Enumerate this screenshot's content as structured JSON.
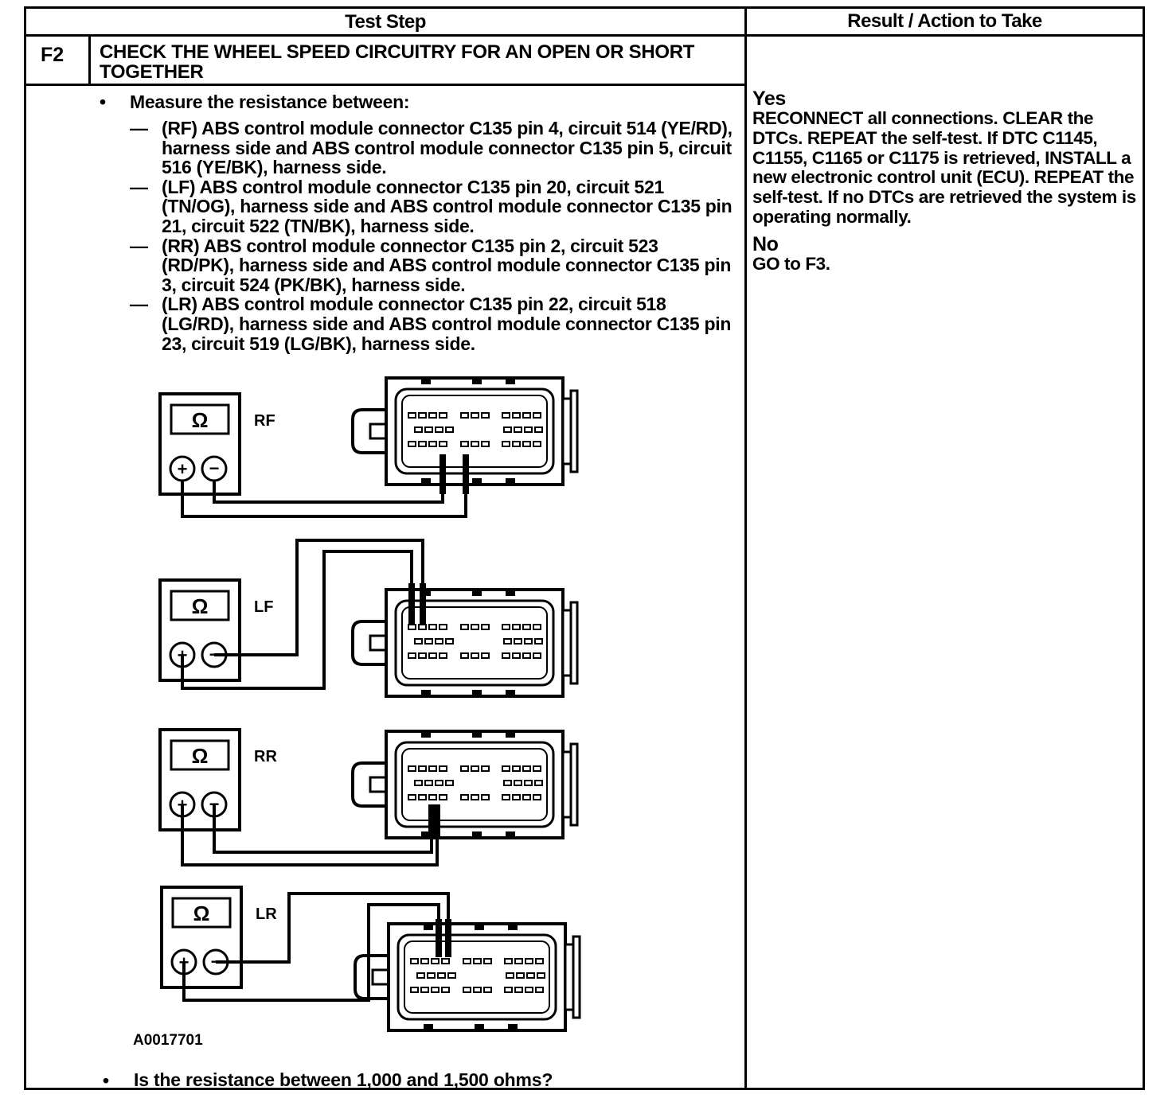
{
  "header": {
    "test_step": "Test Step",
    "result_action": "Result / Action to Take"
  },
  "step": {
    "id": "F2",
    "title": "CHECK THE WHEEL SPEED CIRCUITRY FOR AN OPEN OR SHORT TOGETHER",
    "bullet_marker": "•",
    "measure_intro": "Measure the resistance between:",
    "dash_marker": "—",
    "items": [
      "(RF) ABS control module connector C135 pin 4, circuit 514 (YE/RD), harness side and ABS control module connector C135 pin 5, circuit 516 (YE/BK), harness side.",
      "(LF) ABS control module connector C135 pin 20, circuit 521 (TN/OG), harness side and ABS control module connector C135 pin 21, circuit 522 (TN/BK), harness side.",
      "(RR) ABS control module connector C135 pin 2, circuit 523 (RD/PK), harness side and ABS control module connector C135 pin 3, circuit 524 (PK/BK), harness side.",
      "(LR) ABS control module connector C135 pin 22, circuit 518 (LG/RD), harness side and ABS control module connector C135 pin 23, circuit 519 (LG/BK), harness side."
    ],
    "question": "Is the resistance between 1,000 and 1,500 ohms?"
  },
  "figure": {
    "code": "A0017701",
    "meter_symbol": "Ω",
    "plus": "+",
    "minus": "−",
    "labels": [
      "RF",
      "LF",
      "RR",
      "LR"
    ]
  },
  "result": {
    "yes_label": "Yes",
    "yes_text": "RECONNECT all connections. CLEAR the DTCs. REPEAT the self-test. If DTC C1145, C1155, C1165 or C1175 is retrieved, INSTALL a new electronic control unit (ECU). REPEAT the self-test. If no DTCs are retrieved the system is operating normally.",
    "no_label": "No",
    "no_text": "GO to F3."
  }
}
